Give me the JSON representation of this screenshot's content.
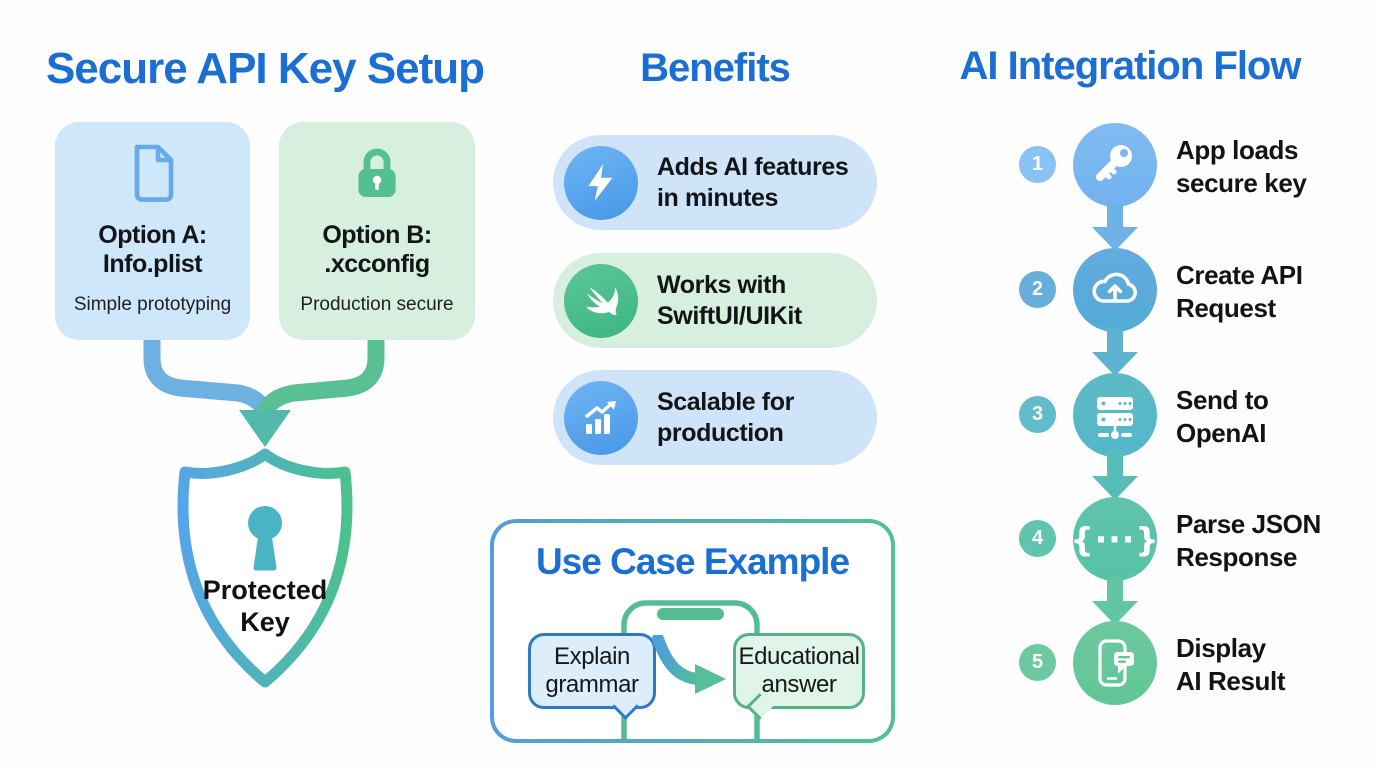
{
  "left": {
    "title": "Secure API Key Setup",
    "option_a": {
      "title_line1": "Option A:",
      "title_line2": "Info.plist",
      "subtitle": "Simple prototyping",
      "icon": "document-icon"
    },
    "option_b": {
      "title_line1": "Option B:",
      "title_line2": ".xcconfig",
      "subtitle": "Production secure",
      "icon": "lock-icon"
    },
    "shield": {
      "line1": "Protected",
      "line2": "Key",
      "icon": "shield-keyhole-icon"
    }
  },
  "benefits": {
    "title": "Benefits",
    "items": [
      {
        "icon": "lightning-icon",
        "line1": "Adds AI features",
        "line2": "in minutes",
        "theme": "blue"
      },
      {
        "icon": "swift-bird-icon",
        "line1": "Works with",
        "line2": "SwiftUI/UIKit",
        "theme": "green"
      },
      {
        "icon": "growth-chart-icon",
        "line1": "Scalable for",
        "line2": "production",
        "theme": "blue"
      }
    ]
  },
  "use_case": {
    "title": "Use Case Example",
    "prompt_bubble": {
      "line1": "Explain",
      "line2": "grammar"
    },
    "answer_bubble": {
      "line1": "Educational",
      "line2": "answer"
    }
  },
  "flow": {
    "title": "AI Integration Flow",
    "braces_glyph": "{···}",
    "steps": [
      {
        "number": "1",
        "icon": "key-icon",
        "line1": "App loads",
        "line2": "secure key"
      },
      {
        "number": "2",
        "icon": "cloud-upload-icon",
        "line1": "Create API",
        "line2": "Request"
      },
      {
        "number": "3",
        "icon": "server-icon",
        "line1": "Send to",
        "line2": "OpenAI"
      },
      {
        "number": "4",
        "icon": "json-braces-icon",
        "line1": "Parse JSON",
        "line2": "Response"
      },
      {
        "number": "5",
        "icon": "phone-chat-icon",
        "line1": "Display",
        "line2": "AI Result"
      }
    ]
  },
  "colors": {
    "heading_blue": "#1b6fd3",
    "text_dark": "#131417",
    "card_blue": "#cfe7fb",
    "card_green": "#d6efdf",
    "accent_blue": "#5aa8ee",
    "accent_green": "#4ebd8c",
    "accent_teal": "#58b9c7",
    "shield_gradient_start": "#55a6e6",
    "shield_gradient_end": "#4cc18e"
  }
}
